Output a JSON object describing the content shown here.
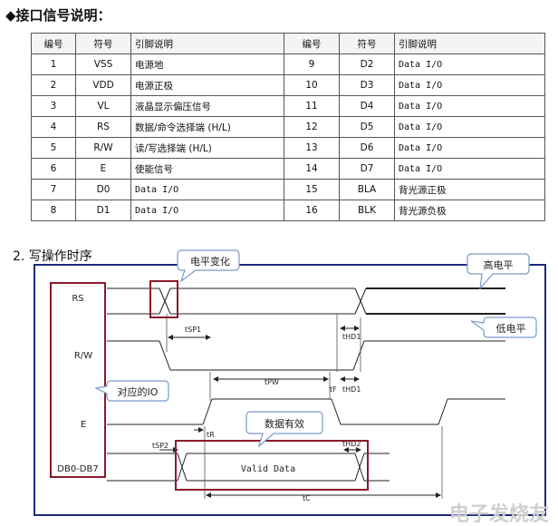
{
  "section1_title": "◆接口信号说明：",
  "table": {
    "headers": [
      "编号",
      "符号",
      "引脚说明",
      "编号",
      "符号",
      "引脚说明"
    ],
    "rows": [
      [
        "1",
        "VSS",
        "电源地",
        "9",
        "D2",
        "Data I/O"
      ],
      [
        "2",
        "VDD",
        "电源正极",
        "10",
        "D3",
        "Data I/O"
      ],
      [
        "3",
        "VL",
        "液晶显示偏压信号",
        "11",
        "D4",
        "Data I/O"
      ],
      [
        "4",
        "RS",
        "数据/命令选择端 (H/L)",
        "12",
        "D5",
        "Data I/O"
      ],
      [
        "5",
        "R/W",
        "读/写选择端 (H/L)",
        "13",
        "D6",
        "Data I/O"
      ],
      [
        "6",
        "E",
        "使能信号",
        "14",
        "D7",
        "Data I/O"
      ],
      [
        "7",
        "D0",
        "Data I/O",
        "15",
        "BLA",
        "背光源正极"
      ],
      [
        "8",
        "D1",
        "Data I/O",
        "16",
        "BLK",
        "背光源负极"
      ]
    ]
  },
  "section2_title": "2. 写操作时序",
  "timing": {
    "signals": {
      "rs": "RS",
      "rw": "R/W",
      "e": "E",
      "db": "DB0-DB7"
    },
    "params": {
      "tsp1": "tSP1",
      "thd1": "tHD1",
      "tpw": "tPW",
      "tf": "tF",
      "thd1b": "tHD1",
      "tr": "tR",
      "tsp2": "tSP2",
      "thd2": "tHD2",
      "tc": "tC"
    },
    "valid_data": "Valid Data",
    "callouts": {
      "level_change": "电平变化",
      "high_level": "高电平",
      "low_level": "低电平",
      "io": "对应的IO",
      "data_valid": "数据有效"
    }
  },
  "watermark": "电子发烧友"
}
